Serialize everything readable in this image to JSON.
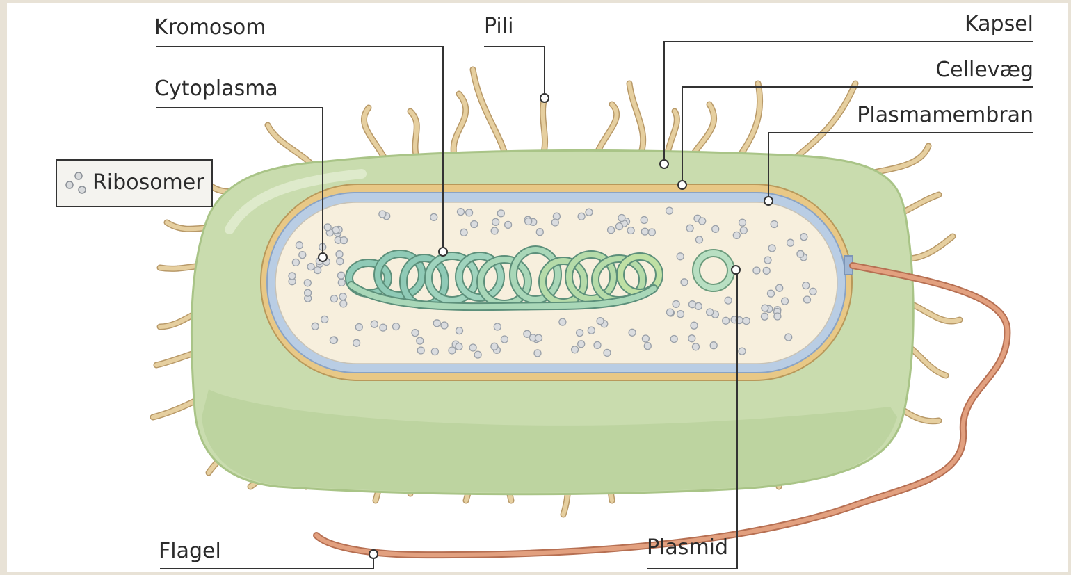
{
  "diagram": {
    "labels": {
      "kromosom": "Kromosom",
      "pili": "Pili",
      "kapsel": "Kapsel",
      "cellevaeg": "Cellevæg",
      "cytoplasma": "Cytoplasma",
      "plasmamembran": "Plasmamembran",
      "ribosomer": "Ribosomer",
      "flagel": "Flagel",
      "plasmid": "Plasmid"
    },
    "colors": {
      "page_background": "#ffffff",
      "border_background": "#e8e2d6",
      "capsule": "#c9dcae",
      "capsule_dark": "#a9c487",
      "cell_wall": "#e8c886",
      "plasma_membrane": "#b9cde4",
      "cytoplasm": "#f7efdd",
      "ribosome": "#d3d5d8",
      "chromosome": "#9fd3bd",
      "plasmid": "#b8dfc2",
      "pili": "#e6cf9f",
      "flagellum": "#e2a07f",
      "leader_line": "#333333"
    }
  }
}
